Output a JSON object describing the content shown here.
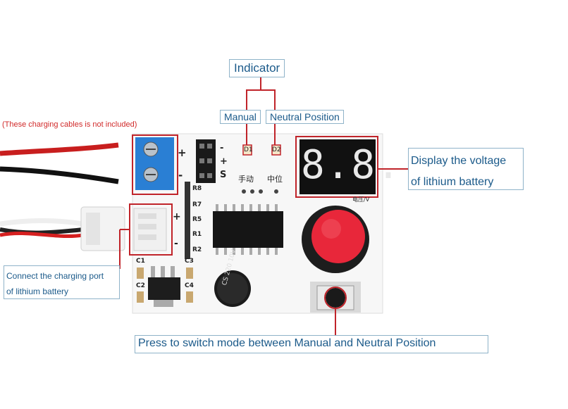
{
  "callouts": {
    "indicator": "Indicator",
    "manual": "Manual",
    "neutral": "Neutral Position",
    "display": "Display the voltage\nof lithium battery",
    "display_line1": "Display the voltage",
    "display_line2": "of lithium battery",
    "connect_line1": "Connect the charging port",
    "connect_line2": "of lithium battery",
    "press": "Press to switch mode between Manual and Neutral Position",
    "cables_note": "(These charging cables is not included)"
  },
  "board": {
    "d1": "D1",
    "d2": "D2",
    "manual_cn": "手动",
    "neutral_cn": "中位",
    "voltage_cn": "电压/V",
    "display_digits": "8.8.",
    "plus": "+",
    "minus": "-",
    "s": "S",
    "r8": "R8",
    "r7": "R7",
    "r5": "R5",
    "r1": "R1",
    "r2": "R2",
    "c1": "C1",
    "c2": "C2",
    "c3": "C3",
    "c4": "C4",
    "cap_label": "CS 220 10V"
  },
  "colors": {
    "callout_border": "#8fb3c9",
    "callout_text": "#1b5a8a",
    "highlight": "#c0242a",
    "pcb": "#f7f7f7",
    "terminal": "#2a7fd4",
    "knob": "#e8273a"
  }
}
